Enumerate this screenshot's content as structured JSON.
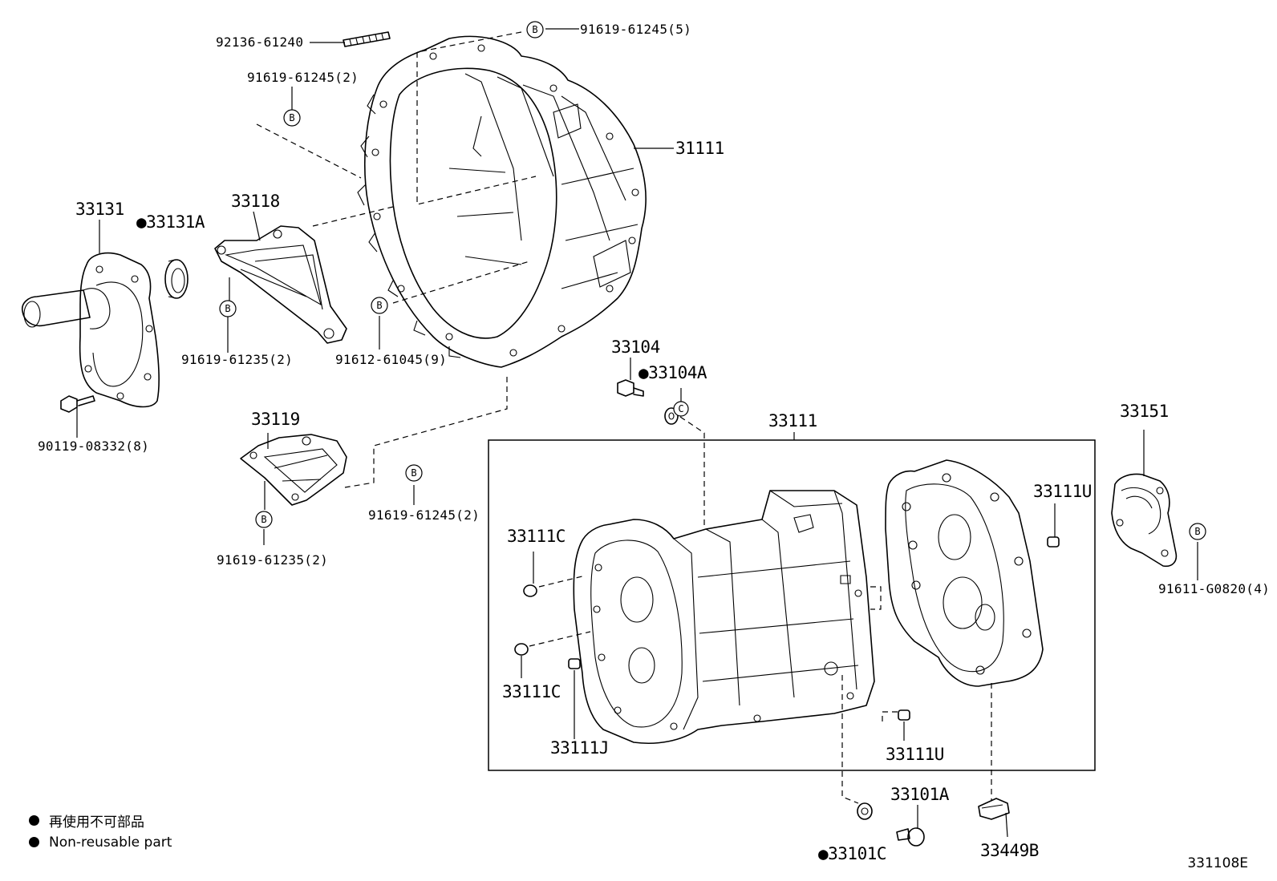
{
  "labels": {
    "p92136": "92136-61240",
    "p91619_5": "91619-61245(5)",
    "p91619_top2": "91619-61245(2)",
    "p31111": "31111",
    "p33131": "33131",
    "p33131A": "●33131A",
    "p33118": "33118",
    "p91619_235_a": "91619-61235(2)",
    "p91612": "91612-61045(9)",
    "p90119": "90119-08332(8)",
    "p33104": "33104",
    "p33104A": "●33104A",
    "p33119": "33119",
    "p91619_mid2": "91619-61245(2)",
    "p91619_235_b": "91619-61235(2)",
    "p33111": "33111",
    "p33111C_a": "33111C",
    "p33111C_b": "33111C",
    "p33111J": "33111J",
    "p33111U_a": "33111U",
    "p33111U_b": "33111U",
    "p33151": "33151",
    "p91611": "91611-G0820(4)",
    "p33101A": "33101A",
    "p33101C": "●33101C",
    "p33449B": "33449B"
  },
  "markers": {
    "b": "B",
    "c": "C"
  },
  "legend": {
    "jp": "再使用不可部品",
    "en": "Non-reusable part"
  },
  "figure_code": "331108E"
}
